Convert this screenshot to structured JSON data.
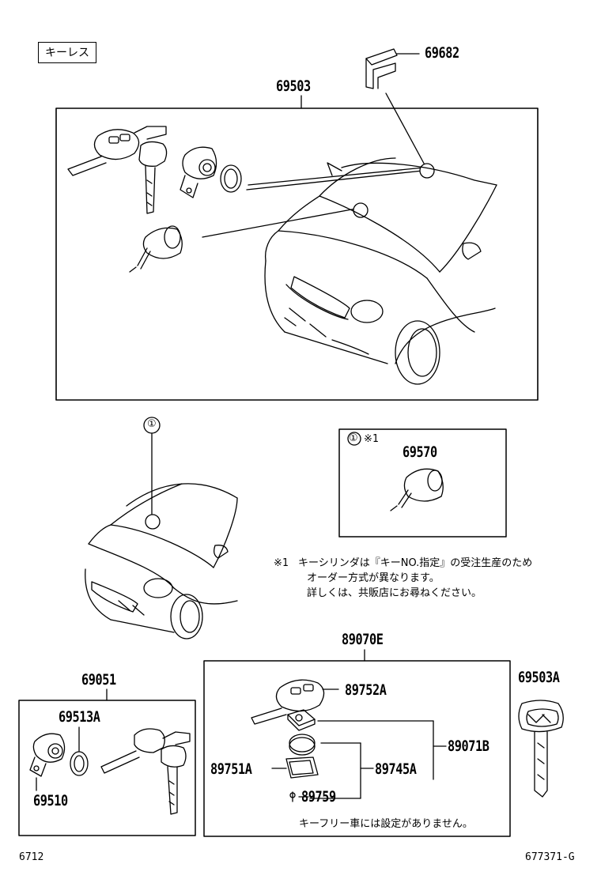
{
  "header": {
    "tag": "キーレス"
  },
  "parts": {
    "p69682": "69682",
    "p69503": "69503",
    "p69570": "69570",
    "p89070E": "89070E",
    "p69051": "69051",
    "p69513A": "69513A",
    "p69510": "69510",
    "p89752A": "89752A",
    "p89071B": "89071B",
    "p89751A": "89751A",
    "p89745A": "89745A",
    "p89759": "89759",
    "p69503A": "69503A"
  },
  "callout": {
    "marker": "①",
    "ref": "※1"
  },
  "notes": {
    "n1_mark": "※1",
    "n1_line1": "キーシリンダは『キーNO.指定』の受注生産のため",
    "n1_line2": "オーダー方式が異なります。",
    "n1_line3": "詳しくは、共販店にお尋ねください。",
    "keyfree": "キーフリー車には設定がありません。"
  },
  "footer": {
    "left": "6712",
    "right": "677371-G"
  }
}
